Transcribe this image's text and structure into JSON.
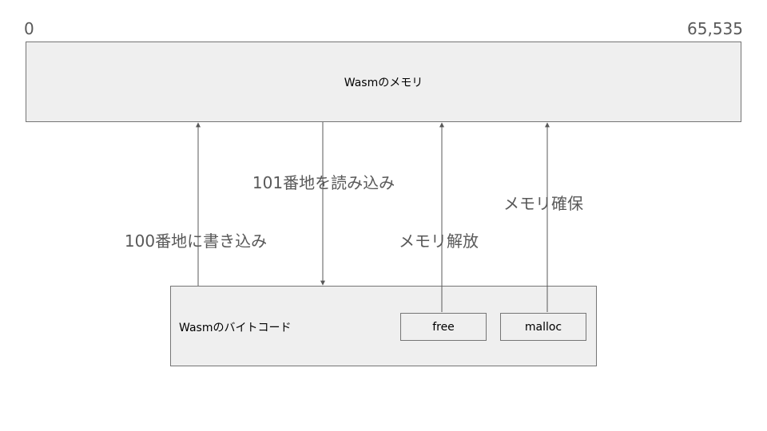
{
  "memory": {
    "label": "Wasmのメモリ",
    "address_start": "0",
    "address_end": "65,535"
  },
  "bytecode": {
    "label": "Wasmのバイトコード",
    "functions": {
      "free": "free",
      "malloc": "malloc"
    }
  },
  "operations": {
    "write": "100番地に書き込み",
    "read": "101番地を読み込み",
    "free": "メモリ解放",
    "alloc": "メモリ確保"
  },
  "colors": {
    "box_fill": "#efefef",
    "box_border": "#757575",
    "text_gray": "#595959",
    "arrow": "#595959"
  }
}
